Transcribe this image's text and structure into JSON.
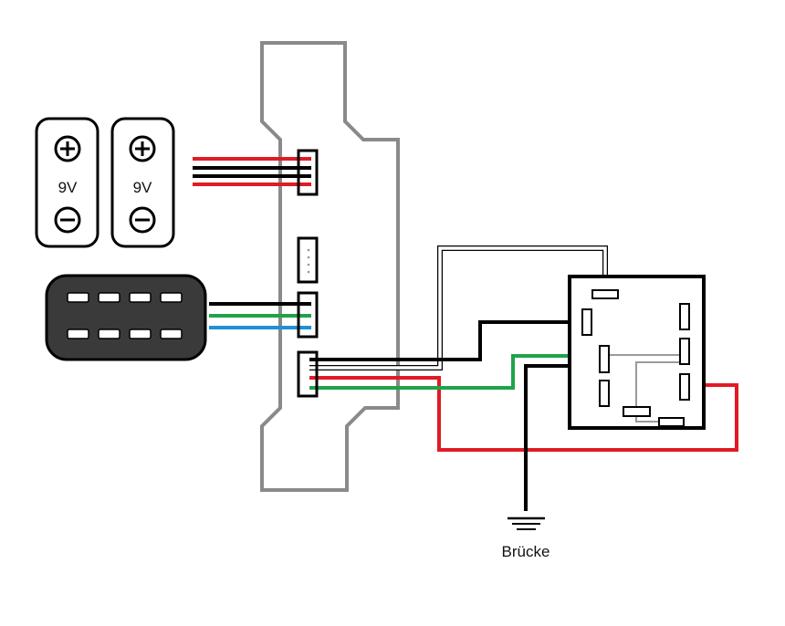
{
  "batteries": [
    {
      "voltage_label": "9V",
      "plus_symbol": "+",
      "minus_symbol": "−"
    },
    {
      "voltage_label": "9V",
      "plus_symbol": "+",
      "minus_symbol": "−"
    }
  ],
  "ground": {
    "label": "Brücke"
  },
  "colors": {
    "board_outline": "#8a8a8a",
    "wire_red": "#e01b24",
    "wire_black": "#000000",
    "wire_green": "#1fa34a",
    "wire_blue": "#1e90d6",
    "wire_white": "#ffffff",
    "wire_gray": "#9a9a9a",
    "plug_body": "#3a3a3a"
  },
  "icons": [
    "plus-icon",
    "minus-icon",
    "ground-icon"
  ]
}
